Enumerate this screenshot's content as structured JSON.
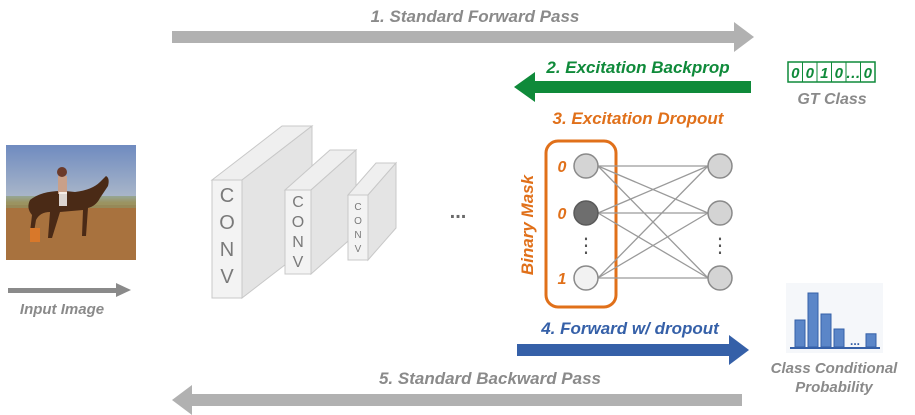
{
  "steps": {
    "forward": "1. Standard Forward Pass",
    "excitation_backprop": "2. Excitation Backprop",
    "excitation_dropout": "3. Excitation Dropout",
    "forward_dropout": "4. Forward w/ dropout",
    "backward": "5. Standard Backward Pass"
  },
  "input": {
    "label": "Input Image"
  },
  "conv": {
    "large": [
      "C",
      "O",
      "N",
      "V"
    ],
    "medium": [
      "C",
      "O",
      "N",
      "V"
    ],
    "small": [
      "C",
      "O",
      "N",
      "V"
    ],
    "ellipsis": "..."
  },
  "mask": {
    "label": "Binary Mask",
    "values": [
      "0",
      "0",
      "1"
    ],
    "dots": "⋮"
  },
  "gt": {
    "digits": [
      "0",
      "0",
      "1",
      "0",
      "…",
      "0"
    ],
    "label": "GT Class"
  },
  "probability": {
    "label_line1": "Class Conditional",
    "label_line2": "Probability",
    "bar_levels": [
      0.45,
      0.9,
      0.55,
      0.3,
      0.22
    ],
    "gap_marker": "..."
  },
  "colors": {
    "gray_arrow": "#b1b1b1",
    "green": "#0f8a3a",
    "orange": "#e0701a",
    "blue": "#3560a8",
    "label_gray": "#8a8a8a"
  }
}
